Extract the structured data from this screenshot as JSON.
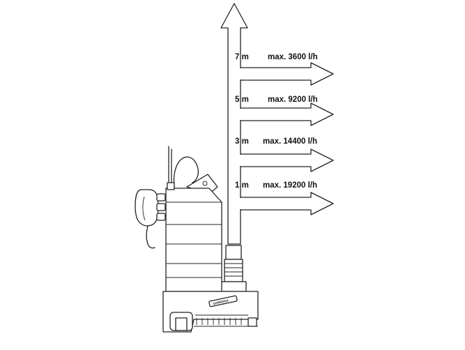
{
  "diagram": {
    "levels": [
      {
        "height": "7 m",
        "flow": "max. 3600 l/h"
      },
      {
        "height": "5 m",
        "flow": "max. 9200 l/h"
      },
      {
        "height": "3 m",
        "flow": "max. 14400 l/h"
      },
      {
        "height": "1 m",
        "flow": "max. 19200 l/h"
      }
    ],
    "pump_brand": "GARDENA"
  }
}
